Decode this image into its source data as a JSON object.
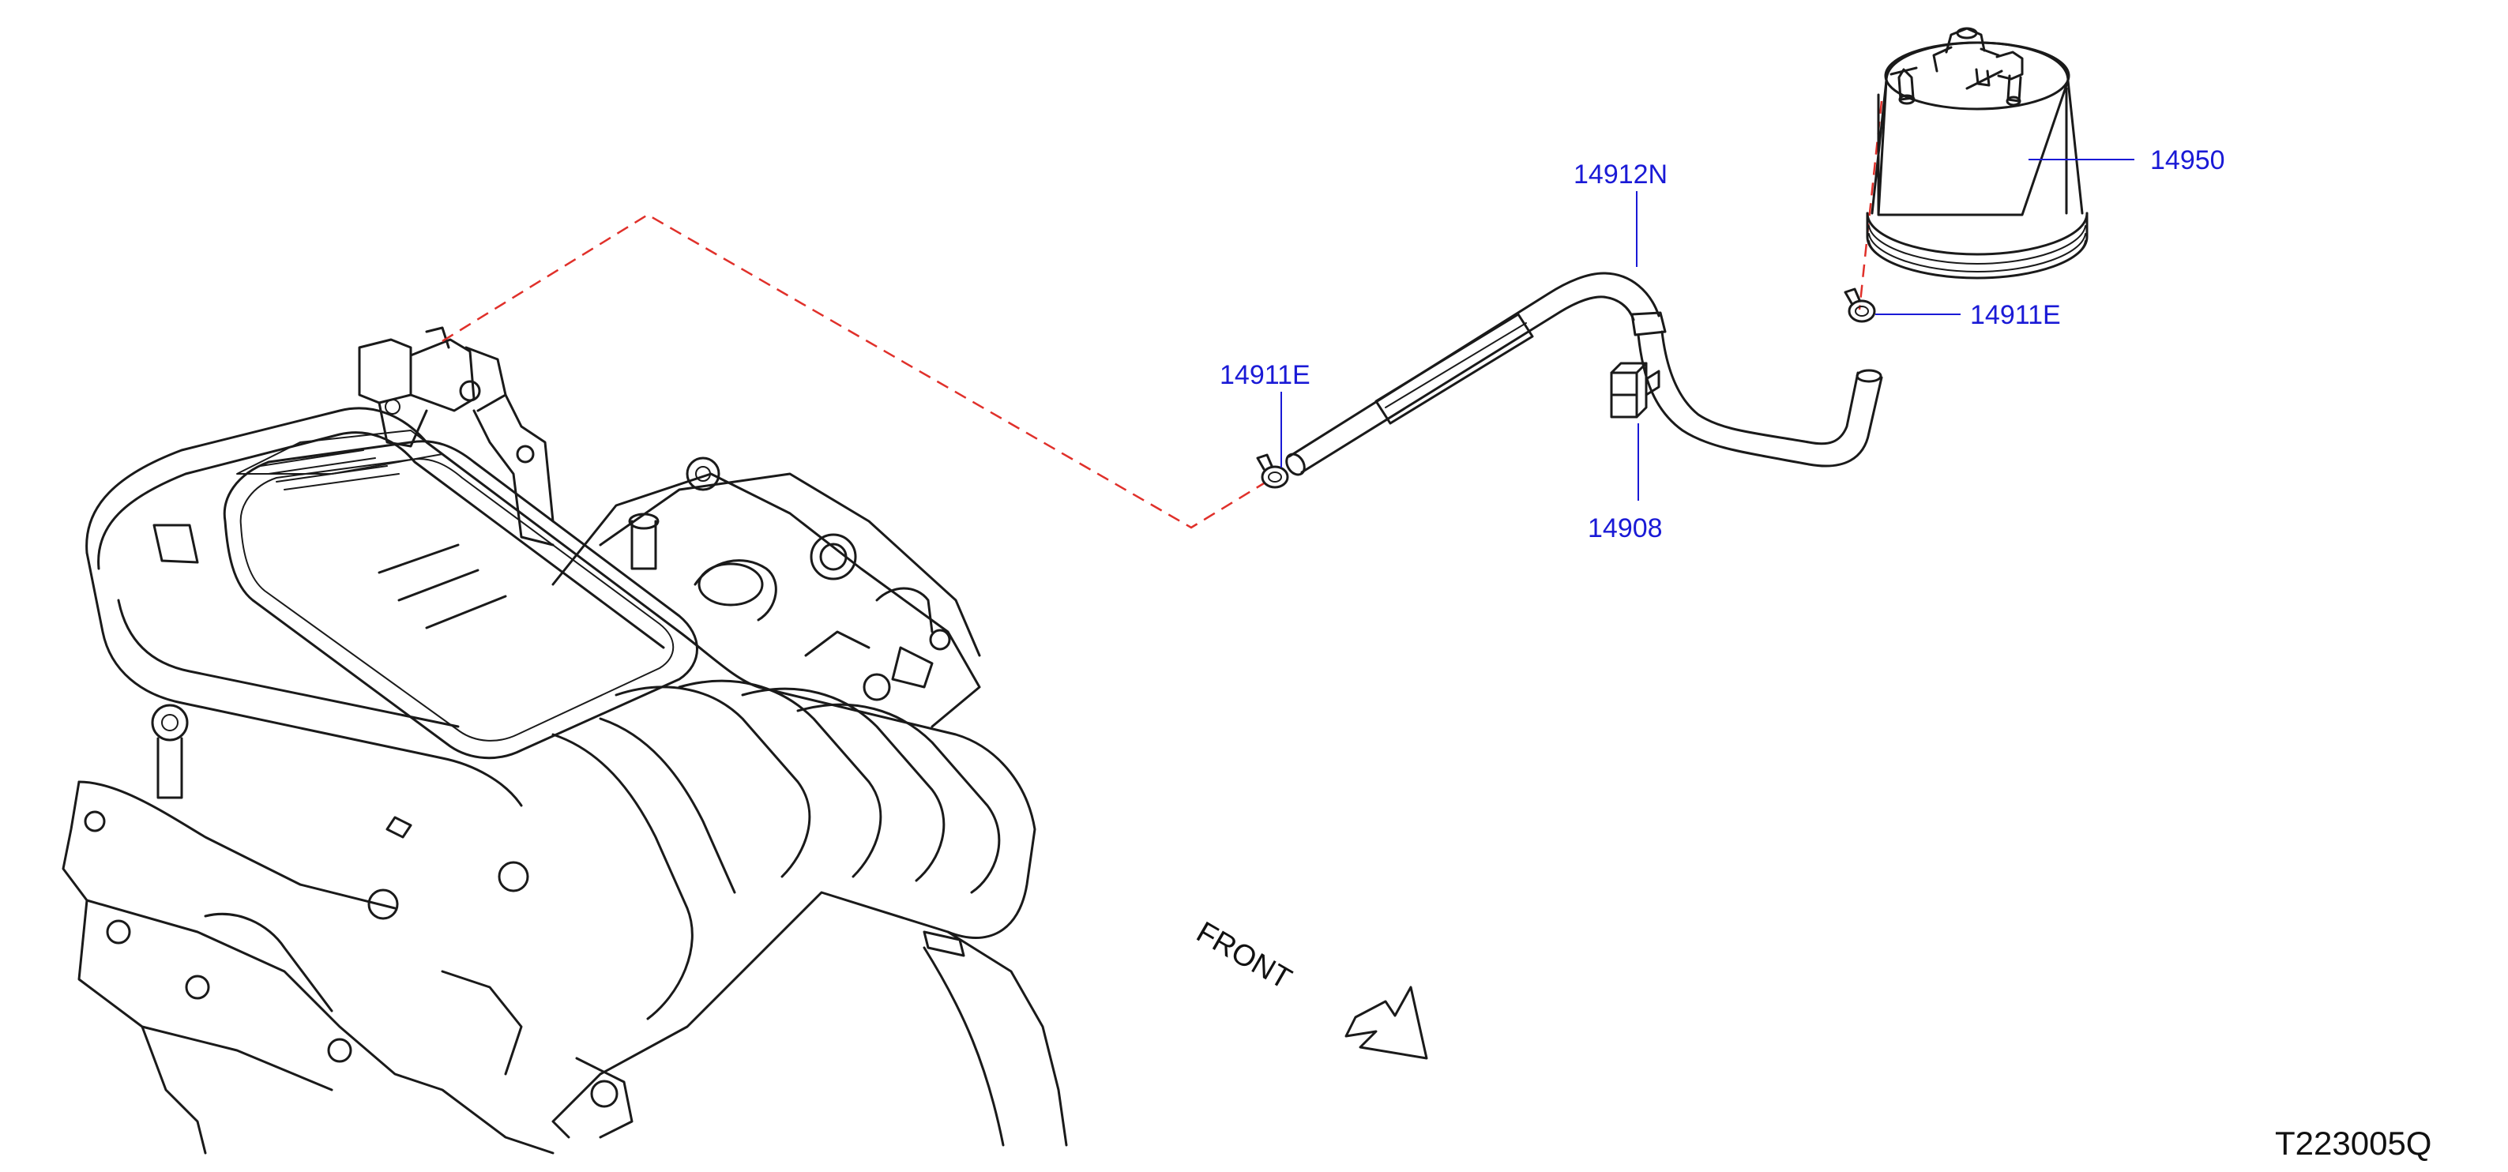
{
  "colors": {
    "line": "#1a1a1a",
    "label": "#1a1ad6",
    "leader": "#1a1ad6",
    "dash": "#e0302a",
    "text": "#111111"
  },
  "labels": {
    "canister": "14950",
    "hose": "14912N",
    "clamp_left": "14911E",
    "clamp_right": "14911E",
    "hose_clip": "14908"
  },
  "direction": {
    "text": "FRONT",
    "icon": "arrow-down-right-icon"
  },
  "diagram_id": "T223005Q"
}
